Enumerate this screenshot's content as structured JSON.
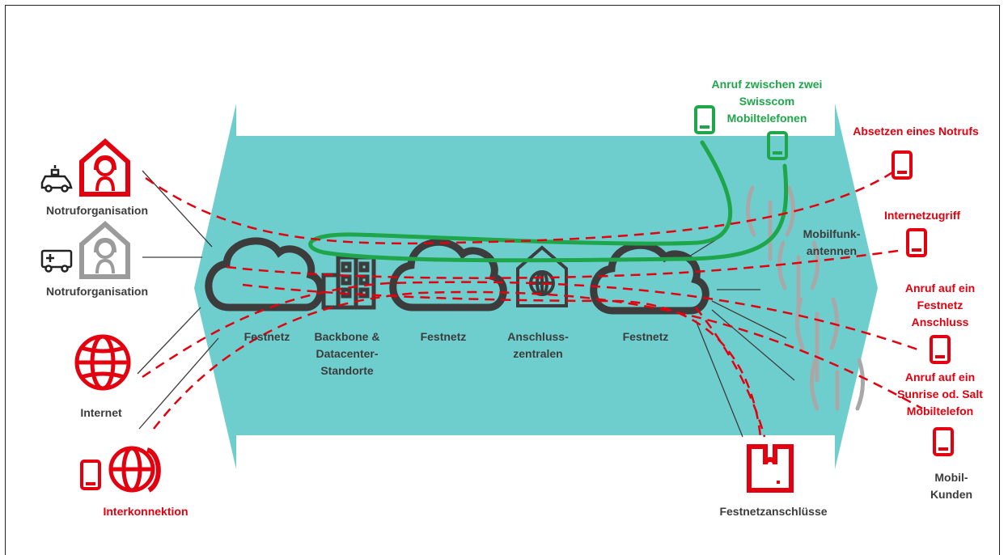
{
  "colors": {
    "network": "#6ecece",
    "red": "#e3000f",
    "green": "#1fa64a",
    "gray": "#9b9b9b",
    "dark": "#3c3c3c"
  },
  "left": {
    "police_org_label": "Notruforganisation",
    "ambulance_org_label": "Notruforganisation",
    "internet_label": "Internet",
    "interconnect_label": "Interkonnektion"
  },
  "network": {
    "festnetz_1": "Festnetz",
    "backbone": "Backbone &\nDatacenter-\nStandorte",
    "festnetz_2": "Festnetz",
    "anschluss": "Anschluss-\nzentralen",
    "festnetz_3": "Festnetz",
    "mobilfunk": "Mobilfunk-\nantennen"
  },
  "right": {
    "swisscom_call": "Anruf zwischen zwei\nSwisscom\nMobiltelefonen",
    "emergency_call": "Absetzen eines Notrufs",
    "internet_access": "Internetzugriff",
    "fixed_call": "Anruf auf ein\nFestnetz\nAnschluss",
    "other_mobile_call": "Anruf auf ein\nSunrise od. Salt\nMobiltelefon",
    "mobile_customers": "Mobil-\nKunden",
    "fixed_connections": "Festnetzanschlüsse"
  }
}
